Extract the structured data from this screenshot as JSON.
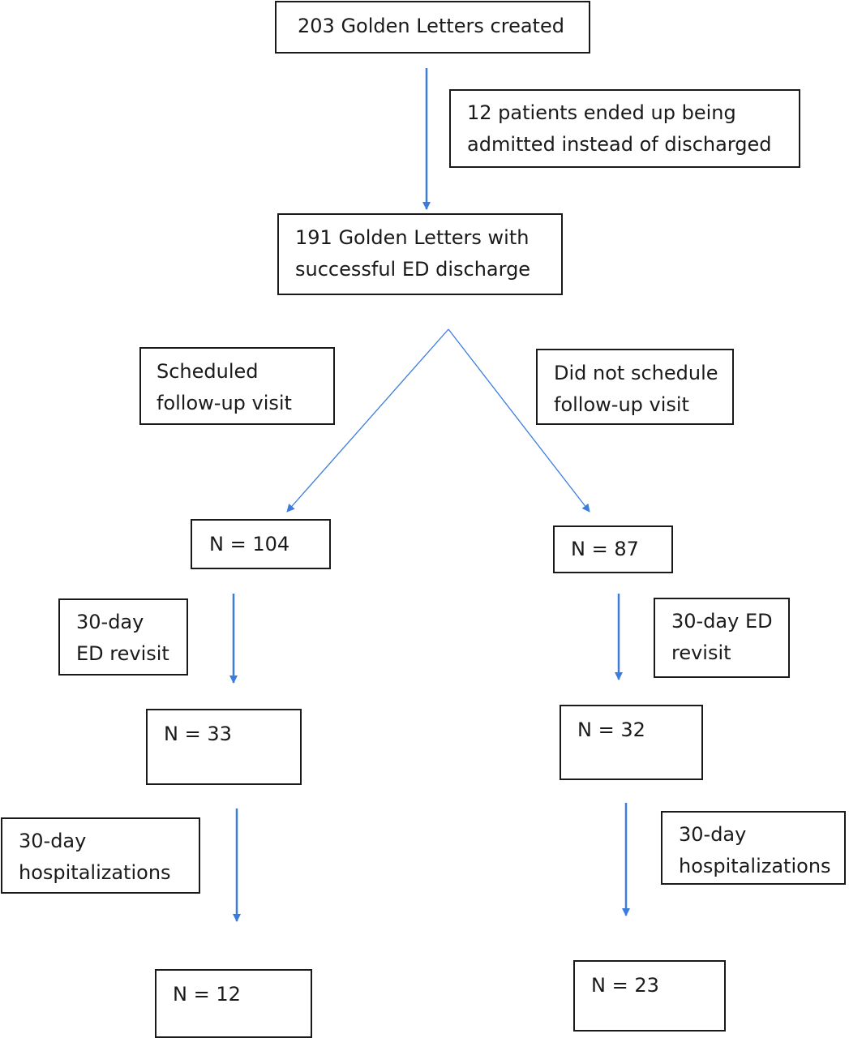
{
  "colors": {
    "arrow": "#3b7ddd",
    "border": "#1a1a1a",
    "text": "#1a1a1a"
  },
  "boxes": {
    "created": {
      "lines": [
        "203 Golden Letters created"
      ]
    },
    "admitted": {
      "lines": [
        "12 patients ended up being",
        "admitted instead of discharged"
      ]
    },
    "discharged": {
      "lines": [
        "191 Golden Letters with",
        "successful ED discharge"
      ]
    },
    "scheduled": {
      "lines": [
        "Scheduled",
        "follow-up visit"
      ]
    },
    "not_scheduled": {
      "lines": [
        "Did not schedule",
        "follow-up visit"
      ]
    },
    "n104": {
      "lines": [
        "N = 104"
      ]
    },
    "n87": {
      "lines": [
        "N = 87"
      ]
    },
    "revisit_left": {
      "lines": [
        "30-day",
        "ED revisit"
      ]
    },
    "revisit_right": {
      "lines": [
        "30-day ED",
        "revisit"
      ]
    },
    "n33": {
      "lines": [
        "N = 33"
      ]
    },
    "n32": {
      "lines": [
        "N = 32"
      ]
    },
    "hosp_left": {
      "lines": [
        "30-day",
        "hospitalizations"
      ]
    },
    "hosp_right": {
      "lines": [
        "30-day",
        "hospitalizations"
      ]
    },
    "n12": {
      "lines": [
        "N = 12"
      ]
    },
    "n23": {
      "lines": [
        "N = 23"
      ]
    }
  }
}
